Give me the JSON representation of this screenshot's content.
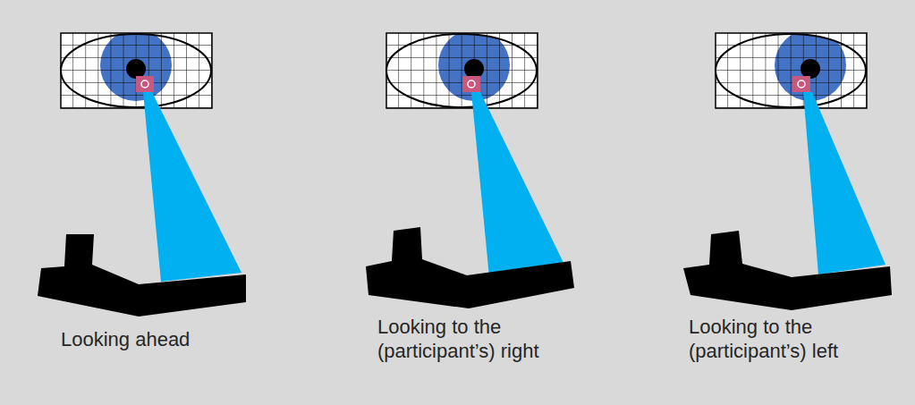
{
  "diagram": {
    "labels": [
      "Looking ahead",
      "Looking to the (participant’s) right",
      "Looking to the (participant’s) left"
    ]
  }
}
